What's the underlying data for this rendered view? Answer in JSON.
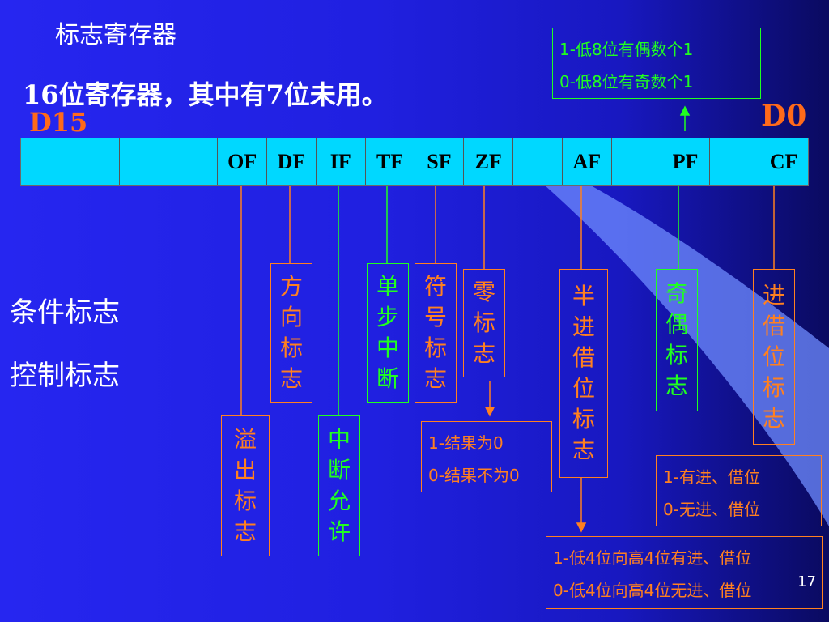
{
  "title": "标志寄存器",
  "subtitle": "16位寄存器，其中有7位未用。",
  "msb_label": "D15",
  "lsb_label": "D0",
  "register_cells": [
    "",
    "",
    "",
    "",
    "OF",
    "DF",
    "IF",
    "TF",
    "SF",
    "ZF",
    "",
    "AF",
    "",
    "PF",
    "",
    "CF"
  ],
  "flags": {
    "of": [
      "溢",
      "出",
      "标",
      "志"
    ],
    "df": [
      "方",
      "向",
      "标",
      "志"
    ],
    "if": [
      "中",
      "断",
      "允",
      "许"
    ],
    "tf": [
      "单",
      "步",
      "中",
      "断"
    ],
    "sf": [
      "符",
      "号",
      "标",
      "志"
    ],
    "zf": [
      "零",
      "标",
      "志"
    ],
    "af": [
      "半",
      "进",
      "借",
      "位",
      "标",
      "志"
    ],
    "pf": [
      "奇",
      "偶",
      "标",
      "志"
    ],
    "cf": [
      "进",
      "借",
      "位",
      "标",
      "志"
    ]
  },
  "notes": {
    "pf": [
      "1-低8位有偶数个1",
      "0-低8位有奇数个1"
    ],
    "zf": [
      "1-结果为0",
      "0-结果不为0"
    ],
    "cf": [
      "1-有进、借位",
      "0-无进、借位"
    ],
    "af": [
      "1-低4位向高4位有进、借位",
      "0-低4位向高4位无进、借位"
    ]
  },
  "side_labels": [
    "条件标志",
    "控制标志"
  ],
  "page_number": "17",
  "colors": {
    "status": "#ff8020",
    "control": "#20ff20",
    "register": "#00d8ff",
    "bit_label": "#ff6a1a"
  }
}
